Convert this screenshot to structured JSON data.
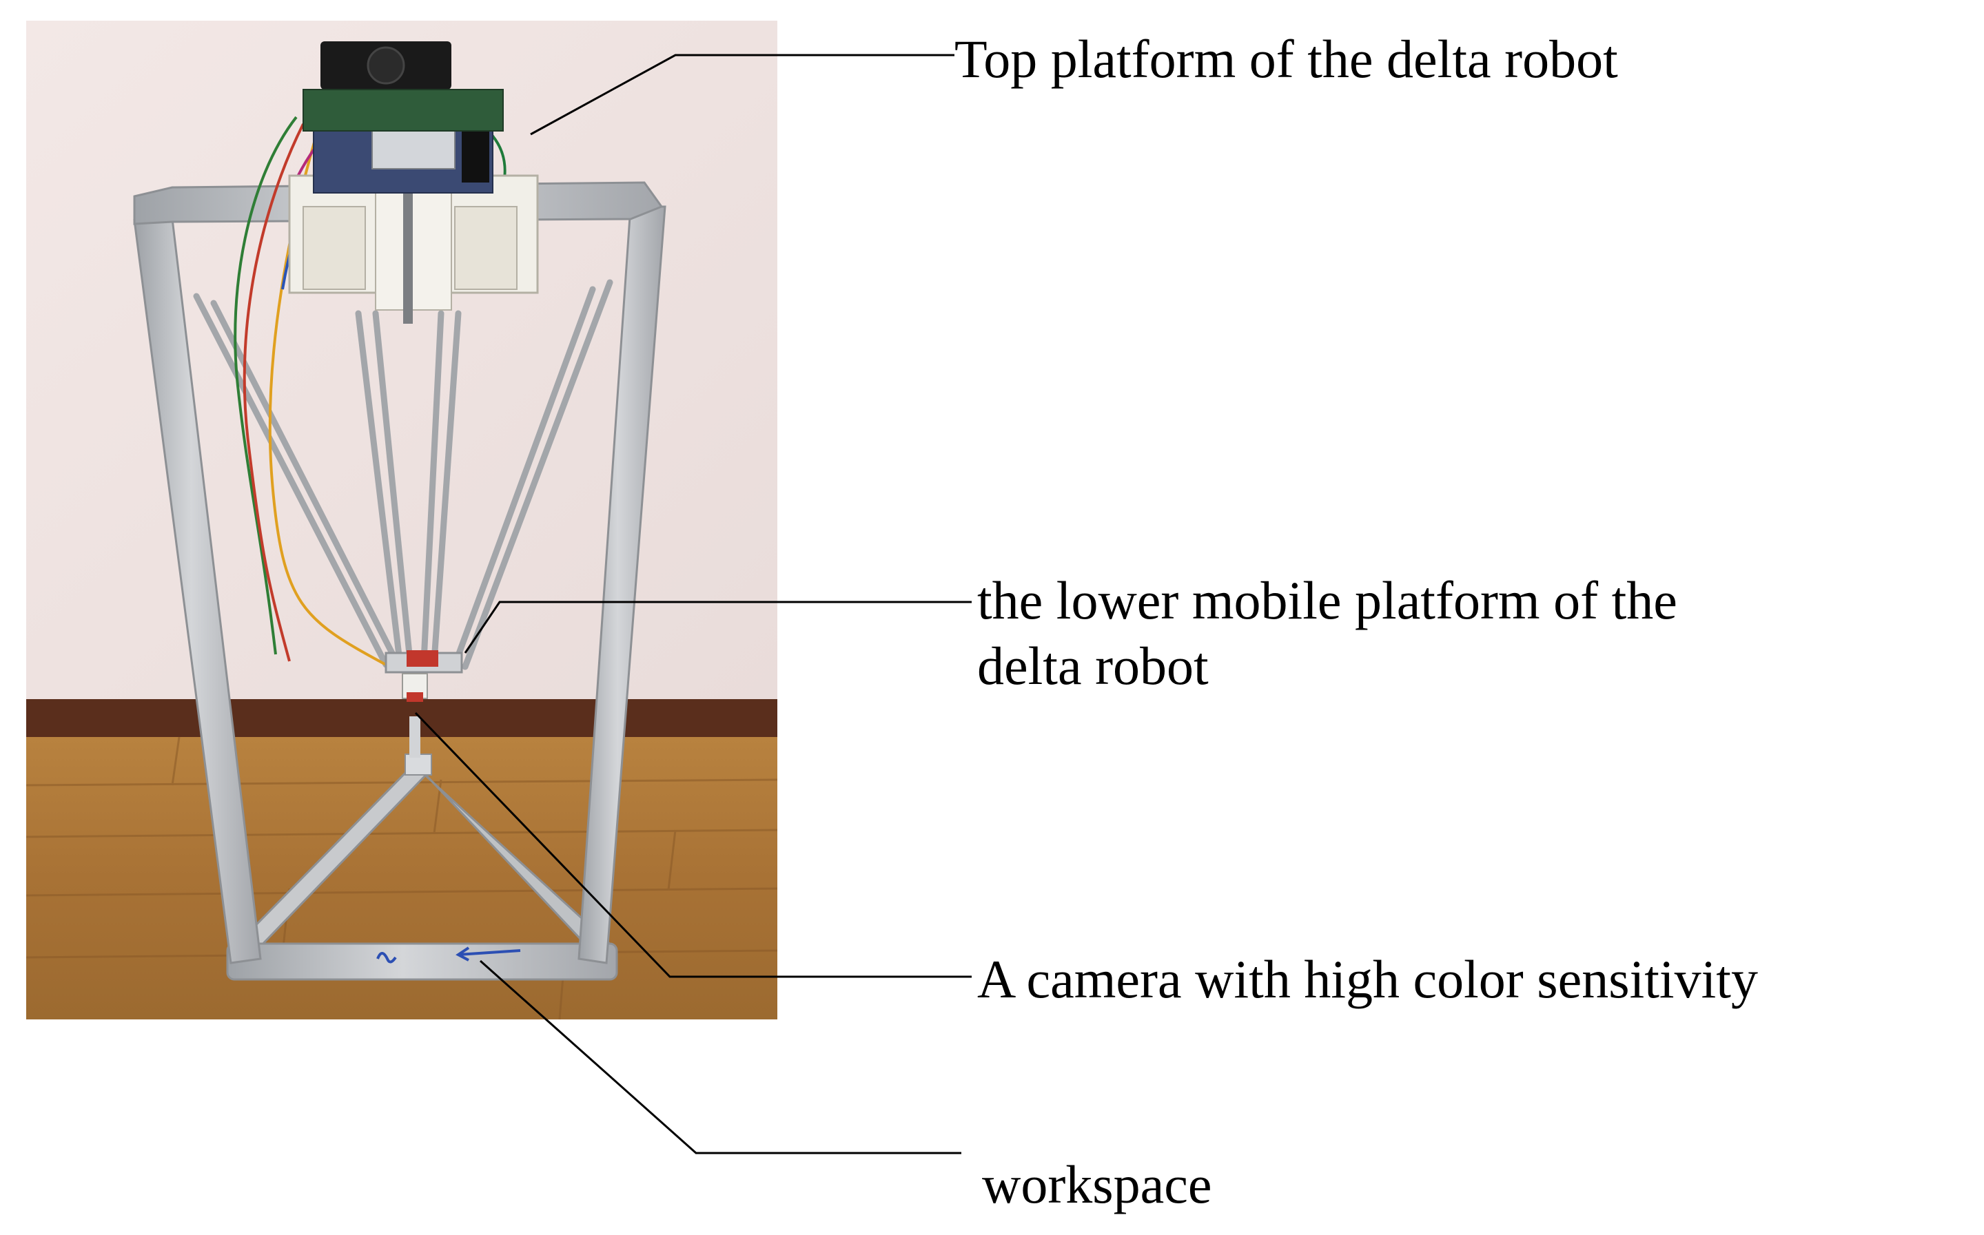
{
  "labels": {
    "top_platform": "Top platform of the delta robot",
    "lower_platform_line1": "the lower mobile platform of the",
    "lower_platform_line2": "delta robot",
    "camera": "A camera with high color sensitivity",
    "workspace": "workspace"
  },
  "colors": {
    "wall": "#efe2e0",
    "floor": "#b07a3e",
    "baseboard": "#5a2e1c",
    "frame": "#b9bcc0",
    "mount": "#f1efe8",
    "fan": "#1a1a1a",
    "leader_line": "#000000"
  }
}
